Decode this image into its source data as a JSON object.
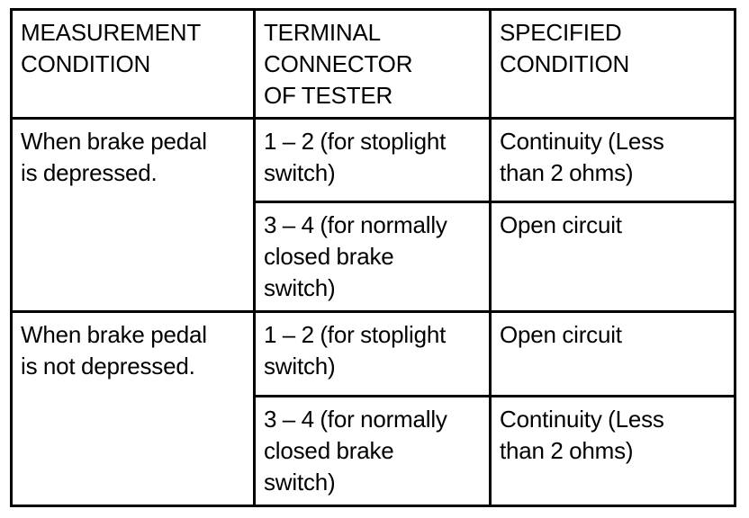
{
  "document": {
    "type": "specification-table",
    "background_color": "#ffffff",
    "text_color": "#000000",
    "border_color": "#000000"
  },
  "table": {
    "columns": [
      {
        "key": "measurement_condition",
        "header": "MEASUREMENT\nCONDITION"
      },
      {
        "key": "terminal_connector",
        "header": "TERMINAL\nCONNECTOR\nOF TESTER"
      },
      {
        "key": "specified_condition",
        "header": "SPECIFIED\nCONDITION"
      }
    ],
    "groups": [
      {
        "measurement_condition": "When brake pedal\nis depressed.",
        "rows": [
          {
            "terminal_connector": "1 – 2 (for stoplight\nswitch)",
            "specified_condition": "Continuity (Less\nthan 2 ohms)"
          },
          {
            "terminal_connector": "3 – 4 (for normally\nclosed brake\nswitch)",
            "specified_condition": "Open circuit"
          }
        ]
      },
      {
        "measurement_condition": "When brake pedal\nis not depressed.",
        "rows": [
          {
            "terminal_connector": "1 – 2 (for stoplight\nswitch)",
            "specified_condition": "Open circuit"
          },
          {
            "terminal_connector": "3 – 4 (for normally\nclosed brake\nswitch)",
            "specified_condition": "Continuity (Less\nthan 2 ohms)"
          }
        ]
      }
    ]
  }
}
